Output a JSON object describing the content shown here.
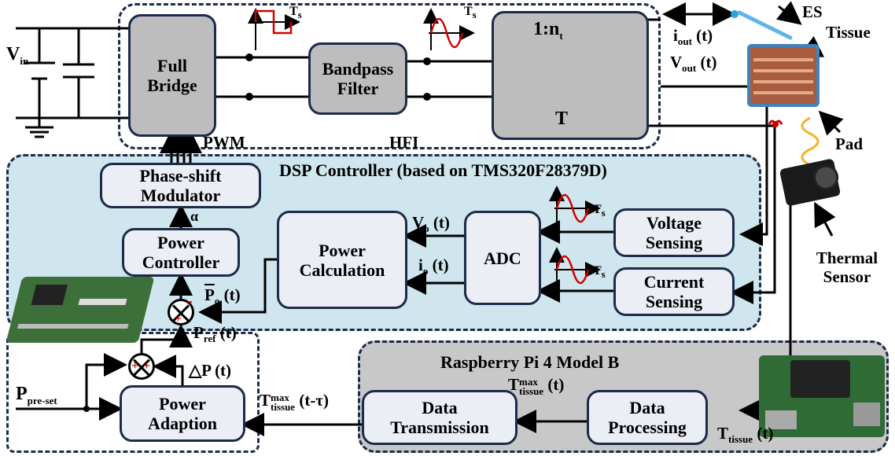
{
  "regions": {
    "dsp_title": "DSP Controller (based on TMS320F28379D)",
    "rpi_title": "Raspberry Pi 4 Model B"
  },
  "blocks": {
    "full_bridge": "Full Bridge",
    "bandpass": "Bandpass Filter",
    "transformer_ratio": "1:n",
    "transformer_ratio_sub": "t",
    "transformer_T": "T",
    "phase_shift": "Phase-shift Modulator",
    "power_controller": "Power Controller",
    "power_calc": "Power Calculation",
    "adc": "ADC",
    "voltage_sensing": "Voltage Sensing",
    "current_sensing": "Current Sensing",
    "power_adaption": "Power Adaption",
    "data_transmission": "Data Transmission",
    "data_processing": "Data Processing"
  },
  "labels": {
    "vin": "V",
    "vin_sub": "in",
    "pwm": "PWM",
    "hfi": "HFI",
    "ts": "T",
    "ts_sub": "s",
    "iout": "i",
    "iout_sub": "out",
    "iout_arg": " (t)",
    "vout": "V",
    "vout_sub": "out",
    "vout_arg": " (t)",
    "es": "ES",
    "tissue": "Tissue",
    "pad": "Pad",
    "thermal_sensor": "Thermal Sensor",
    "vo": "V",
    "vo_sub": "o",
    "vo_arg": " (t)",
    "io": "i",
    "io_sub": "o",
    "io_arg": " (t)",
    "alpha": "α",
    "po_bar": "P",
    "po_sub": "o",
    "po_arg": " (t)",
    "pref": "P",
    "pref_sub": "ref",
    "pref_arg": " (t)",
    "delta_p": "△P (t)",
    "ppreset": "P",
    "ppreset_sub": "pre-set",
    "tmax_sup": "max",
    "tmax_sub": "tissue",
    "tmax_arg_delay": " (t-τ)",
    "tmax_arg": " (t)",
    "ttissue": "T",
    "ttissue_sub": "tissue",
    "ttissue_arg": " (t)",
    "T_letter": "T",
    "plus": "+",
    "minus": "-"
  }
}
